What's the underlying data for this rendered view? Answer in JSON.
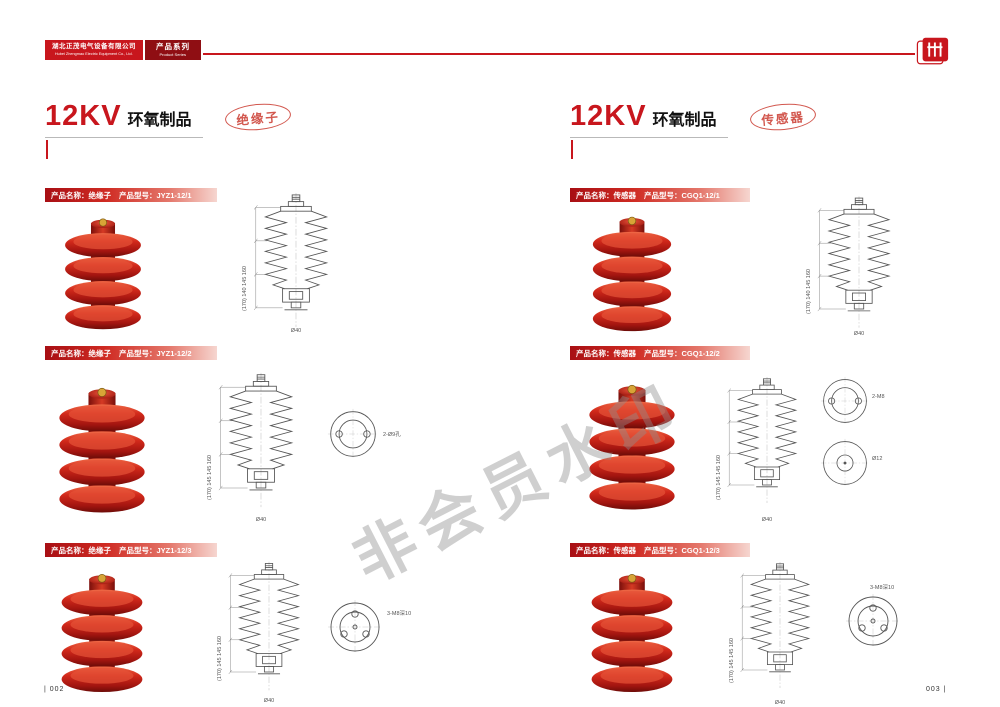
{
  "header": {
    "company_cn": "湖北正茂电气设备有限公司",
    "company_en": "Hubei Zhengmao Electric Equipment Co., Ltd.",
    "series_cn": "产品系列",
    "series_en": "Product Series"
  },
  "watermark": {
    "text": "非会员水印"
  },
  "pages": {
    "left": {
      "kv": "12KV",
      "category": "环氧制品",
      "stamp": "绝缘子",
      "folio": "| 002",
      "products": [
        {
          "name": "产品名称：绝缘子",
          "model": "产品型号：JYZ1-12/1",
          "dims": "(170)  140  145  160",
          "bottom_dim": "Ø40",
          "circle_label": ""
        },
        {
          "name": "产品名称：绝缘子",
          "model": "产品型号：JYZ1-12/2",
          "dims": "(170)  145  145  160",
          "bottom_dim": "Ø40",
          "circle_label": "2-Ø9孔"
        },
        {
          "name": "产品名称：绝缘子",
          "model": "产品型号：JYZ1-12/3",
          "dims": "(170)  145  145  160",
          "bottom_dim": "Ø40",
          "circle_label": "3-M8深10"
        }
      ]
    },
    "right": {
      "kv": "12KV",
      "category": "环氧制品",
      "stamp": "传感器",
      "folio": "003 |",
      "products": [
        {
          "name": "产品名称：传感器",
          "model": "产品型号：CGQ1-12/1",
          "dims": "(170)  140  145  160",
          "bottom_dim": "Ø40",
          "circle_label": ""
        },
        {
          "name": "产品名称：传感器",
          "model": "产品型号：CGQ1-12/2",
          "dims": "(170)  145  145  160",
          "bottom_dim": "Ø40",
          "circle_label": "2-M8",
          "circle_label2": "Ø12"
        },
        {
          "name": "产品名称：传感器",
          "model": "产品型号：CGQ1-12/3",
          "dims": "(170)  145  145  160",
          "bottom_dim": "Ø40",
          "circle_label": "3-M8深10"
        }
      ]
    }
  }
}
